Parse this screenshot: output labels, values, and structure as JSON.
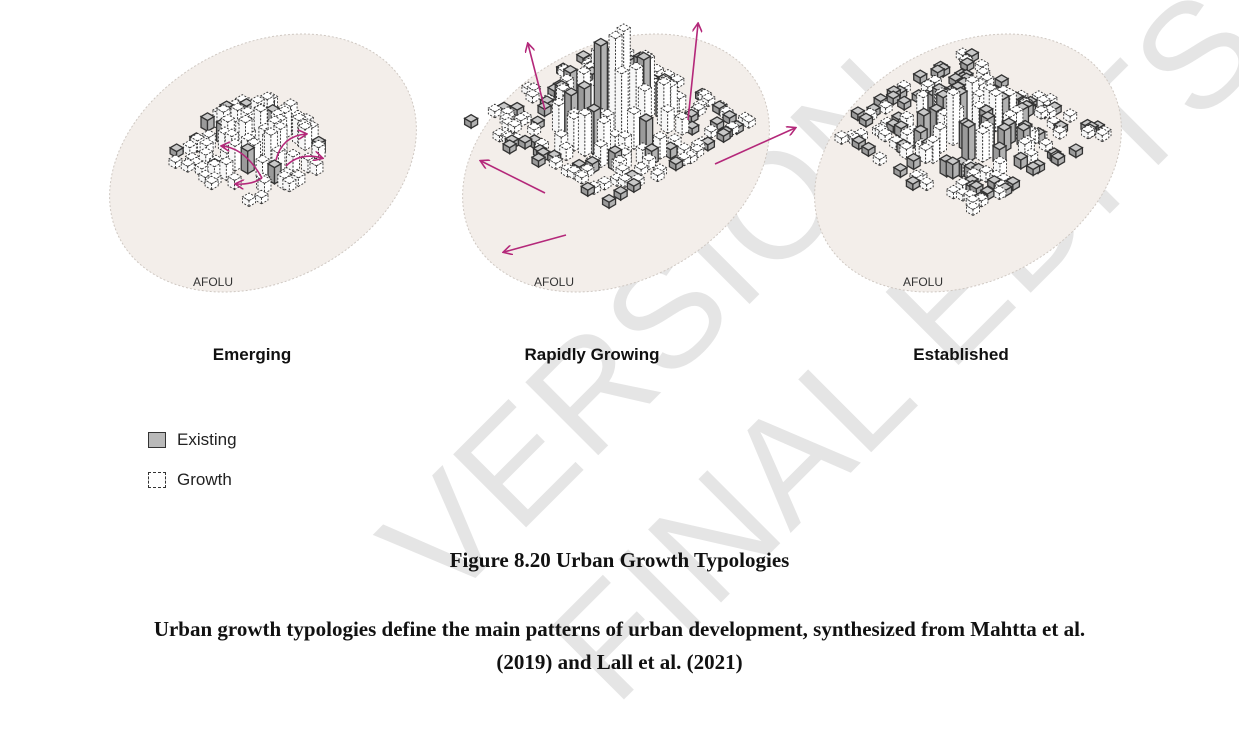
{
  "panels": [
    {
      "title": "Emerging",
      "zone_label": "AFOLU"
    },
    {
      "title": "Rapidly Growing",
      "zone_label": "AFOLU"
    },
    {
      "title": "Established",
      "zone_label": "AFOLU"
    }
  ],
  "legend": {
    "existing": "Existing",
    "growth": "Growth"
  },
  "caption": {
    "title": "Figure 8.20 Urban Growth Typologies",
    "description_line1": "Urban growth typologies define the main patterns of urban development, synthesized from Mahtta et al.",
    "description_line2": "(2019) and Lall et al. (2021)"
  },
  "watermark": {
    "line1": "VERSION",
    "line2": "FINAL EDITS"
  },
  "colors": {
    "ellipse_fill": "#f3eeea",
    "arrow": "#b4287a",
    "existing_fill": "#b9b9b9",
    "growth_fill": "#ffffff"
  }
}
